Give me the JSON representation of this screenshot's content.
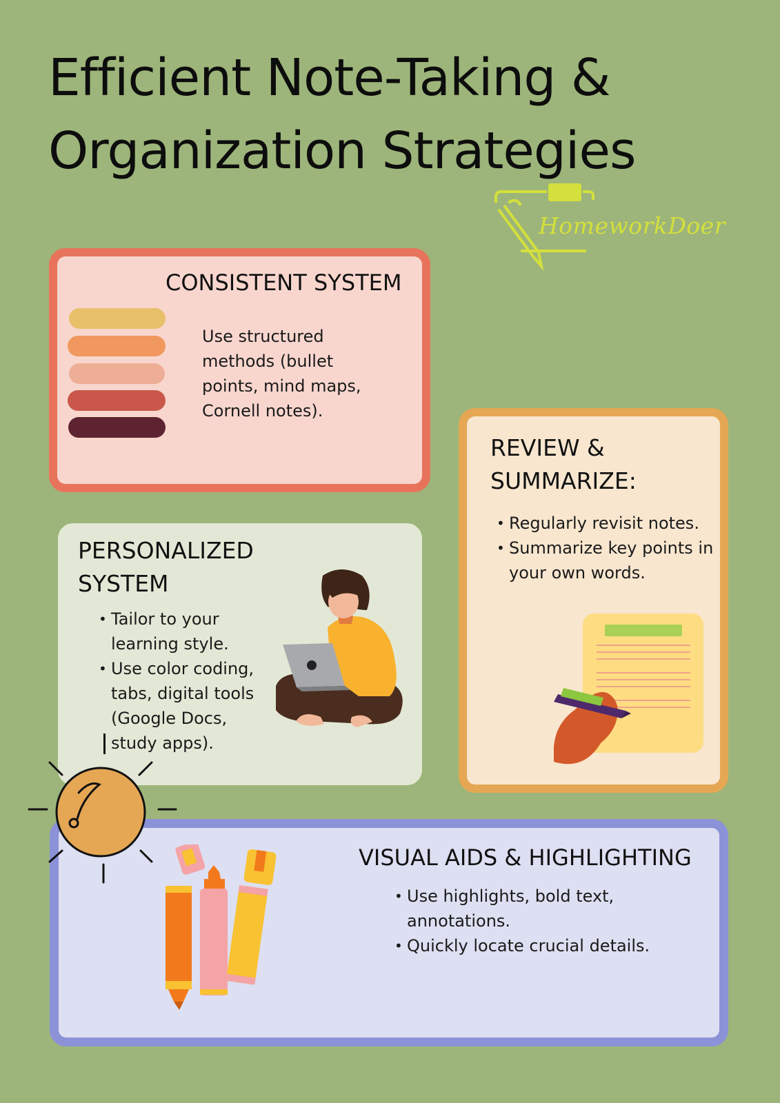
{
  "title": {
    "line1": "Efficient Note-Taking &",
    "line2": "Organization Strategies"
  },
  "logo": {
    "text": "HomeworkDoer",
    "color": "#d4e03c"
  },
  "colors": {
    "background": "#9db57a",
    "consistent_border": "#e8735b",
    "review_border": "#e5a754",
    "visual_border": "#8c92d8",
    "stripes": [
      "#e8c06a",
      "#f0985e",
      "#eeae95",
      "#c9584b",
      "#5e2330"
    ]
  },
  "consistent": {
    "heading": "CONSISTENT SYSTEM",
    "text": "Use structured methods (bullet points, mind maps, Cornell notes)."
  },
  "review": {
    "heading": "REVIEW & SUMMARIZE:",
    "bullets": [
      "Regularly revisit notes.",
      "Summarize key points in your own words."
    ]
  },
  "personal": {
    "heading": "PERSONALIZED SYSTEM",
    "bullets": [
      "Tailor to your learning style.",
      "Use color coding, tabs, digital tools (Google Docs, study apps)."
    ]
  },
  "visual": {
    "heading": "VISUAL AIDS & HIGHLIGHTING",
    "bullets": [
      "Use highlights, bold text, annotations.",
      "Quickly locate crucial details."
    ]
  },
  "icons": {
    "logo": "pencil-clipboard-logo-icon",
    "stripes": "color-swatch-stripes-icon",
    "girl": "girl-with-laptop-illustration",
    "notepad": "hand-writing-notepad-illustration",
    "sun": "sun-icon",
    "highlighters": "highlighter-markers-icon"
  }
}
